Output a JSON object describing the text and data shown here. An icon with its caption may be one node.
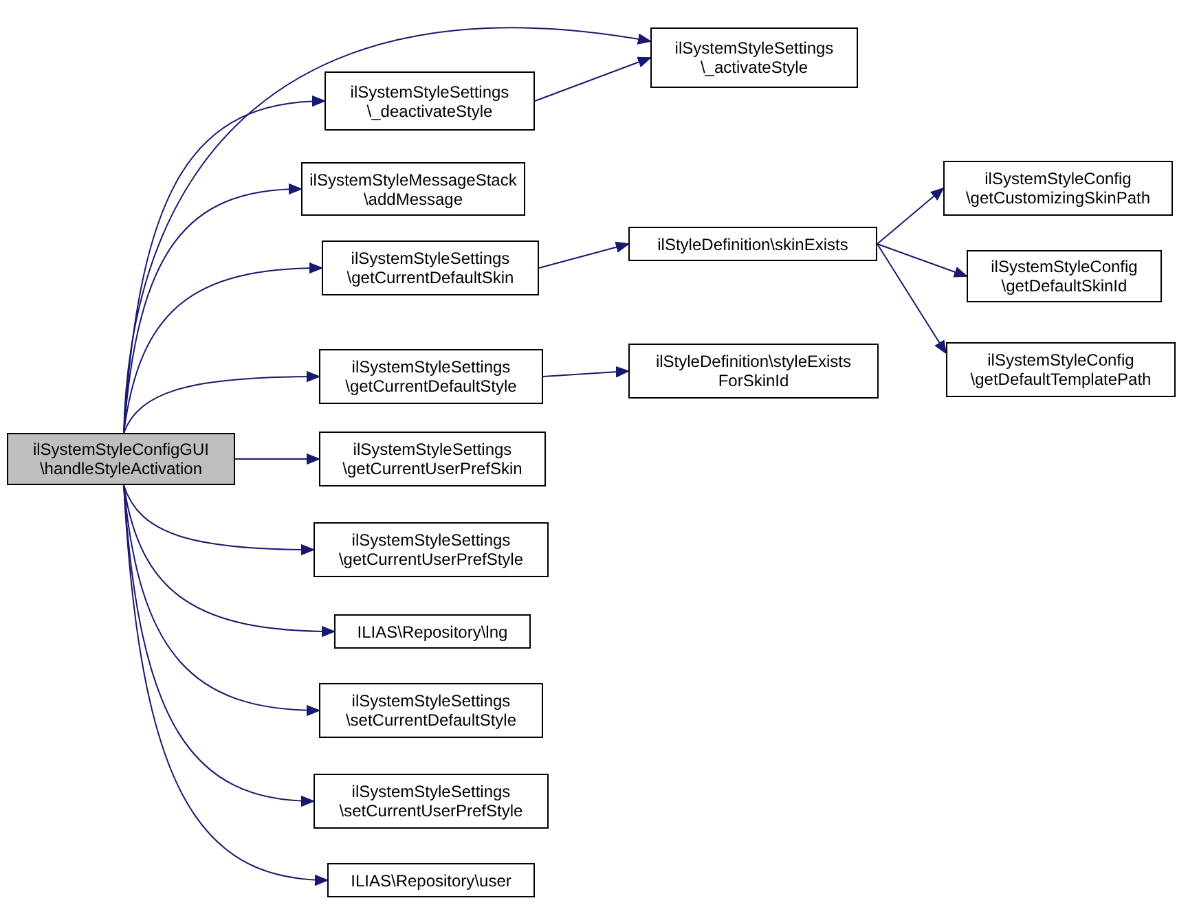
{
  "diagram": {
    "nodes": [
      {
        "text": [
          "ilSystemStyleConfigGUI \\handleStyleActivation"
        ]
      },
      {
        "text": [
          "ilSystemStyleSettings \\_activateStyle"
        ]
      },
      {
        "text": [
          "ilSystemStyleSettings \\_deactivateStyle"
        ]
      },
      {
        "text": [
          "ilSystemStyleMessageStack \\addMessage"
        ]
      },
      {
        "text": [
          "ilSystemStyleSettings \\getCurrentDefaultSkin"
        ]
      },
      {
        "text": [
          "ilStyleDefinition\\skinExists"
        ]
      },
      {
        "text": [
          "ilSystemStyleConfig \\getCustomizingSkinPath"
        ]
      },
      {
        "text": [
          "ilSystemStyleConfig \\getDefaultSkinId"
        ]
      },
      {
        "text": [
          "ilSystemStyleConfig \\getDefaultTemplatePath"
        ]
      },
      {
        "text": [
          "ilSystemStyleSettings \\getCurrentDefaultStyle"
        ]
      },
      {
        "text": [
          "ilStyleDefinition\\styleExists ForSkinId"
        ]
      },
      {
        "text": [
          "ilSystemStyleSettings \\getCurrentUserPrefSkin"
        ]
      },
      {
        "text": [
          "ilSystemStyleSettings \\getCurrentUserPrefStyle"
        ]
      },
      {
        "text": [
          "ILIAS\\Repository\\lng"
        ]
      },
      {
        "text": [
          "ilSystemStyleSettings \\setCurrentDefaultStyle"
        ]
      },
      {
        "text": [
          "ilSystemStyleSettings \\setCurrentUserPrefStyle"
        ]
      },
      {
        "text": [
          "ILIAS\\Repository\\user"
        ]
      }
    ],
    "edges": [
      {
        "from": 0,
        "to": 1,
        "arrow": "to"
      },
      {
        "from": 0,
        "to": 2,
        "arrow": "to"
      },
      {
        "from": 2,
        "to": 1,
        "arrow": "to"
      },
      {
        "from": 0,
        "to": 3,
        "arrow": "to"
      },
      {
        "from": 0,
        "to": 4,
        "arrow": "to"
      },
      {
        "from": 4,
        "to": 5,
        "arrow": "to"
      },
      {
        "from": 5,
        "to": 6,
        "arrow": "to"
      },
      {
        "from": 5,
        "to": 7,
        "arrow": "to"
      },
      {
        "from": 5,
        "to": 8,
        "arrow": "to"
      },
      {
        "from": 0,
        "to": 9,
        "arrow": "to"
      },
      {
        "from": 9,
        "to": 10,
        "arrow": "to"
      },
      {
        "from": 0,
        "to": 11,
        "arrow": "to"
      },
      {
        "from": 0,
        "to": 12,
        "arrow": "to"
      },
      {
        "from": 0,
        "to": 13,
        "arrow": "to"
      },
      {
        "from": 0,
        "to": 14,
        "arrow": "to"
      },
      {
        "from": 0,
        "to": 15,
        "arrow": "to"
      },
      {
        "from": 0,
        "to": 16,
        "arrow": "to"
      }
    ]
  }
}
